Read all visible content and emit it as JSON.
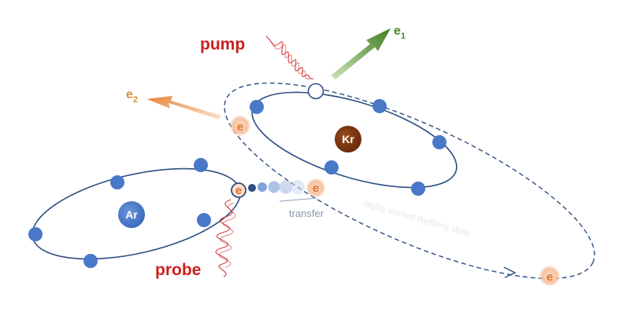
{
  "labels": {
    "pump": "pump",
    "probe": "probe",
    "e1": "e",
    "e1_sub": "1",
    "e2": "e",
    "e2_sub": "2",
    "kr": "Kr",
    "ar": "Ar",
    "electron": "e",
    "transfer": "transfer",
    "state_label": "highly excited Rydberg state"
  },
  "colors": {
    "orbit": "#2c4f82",
    "electron_blue": "#4a78c8",
    "kr_core": "#7a3510",
    "ar_core": "#4a78c8",
    "pump_red": "#cc2020",
    "probe_red": "#cc2020",
    "e1_green": "#4c8a2a",
    "e2_orange": "#e8924a",
    "electron_peach": "#f6c8a6",
    "electron_text": "#d8702c"
  }
}
